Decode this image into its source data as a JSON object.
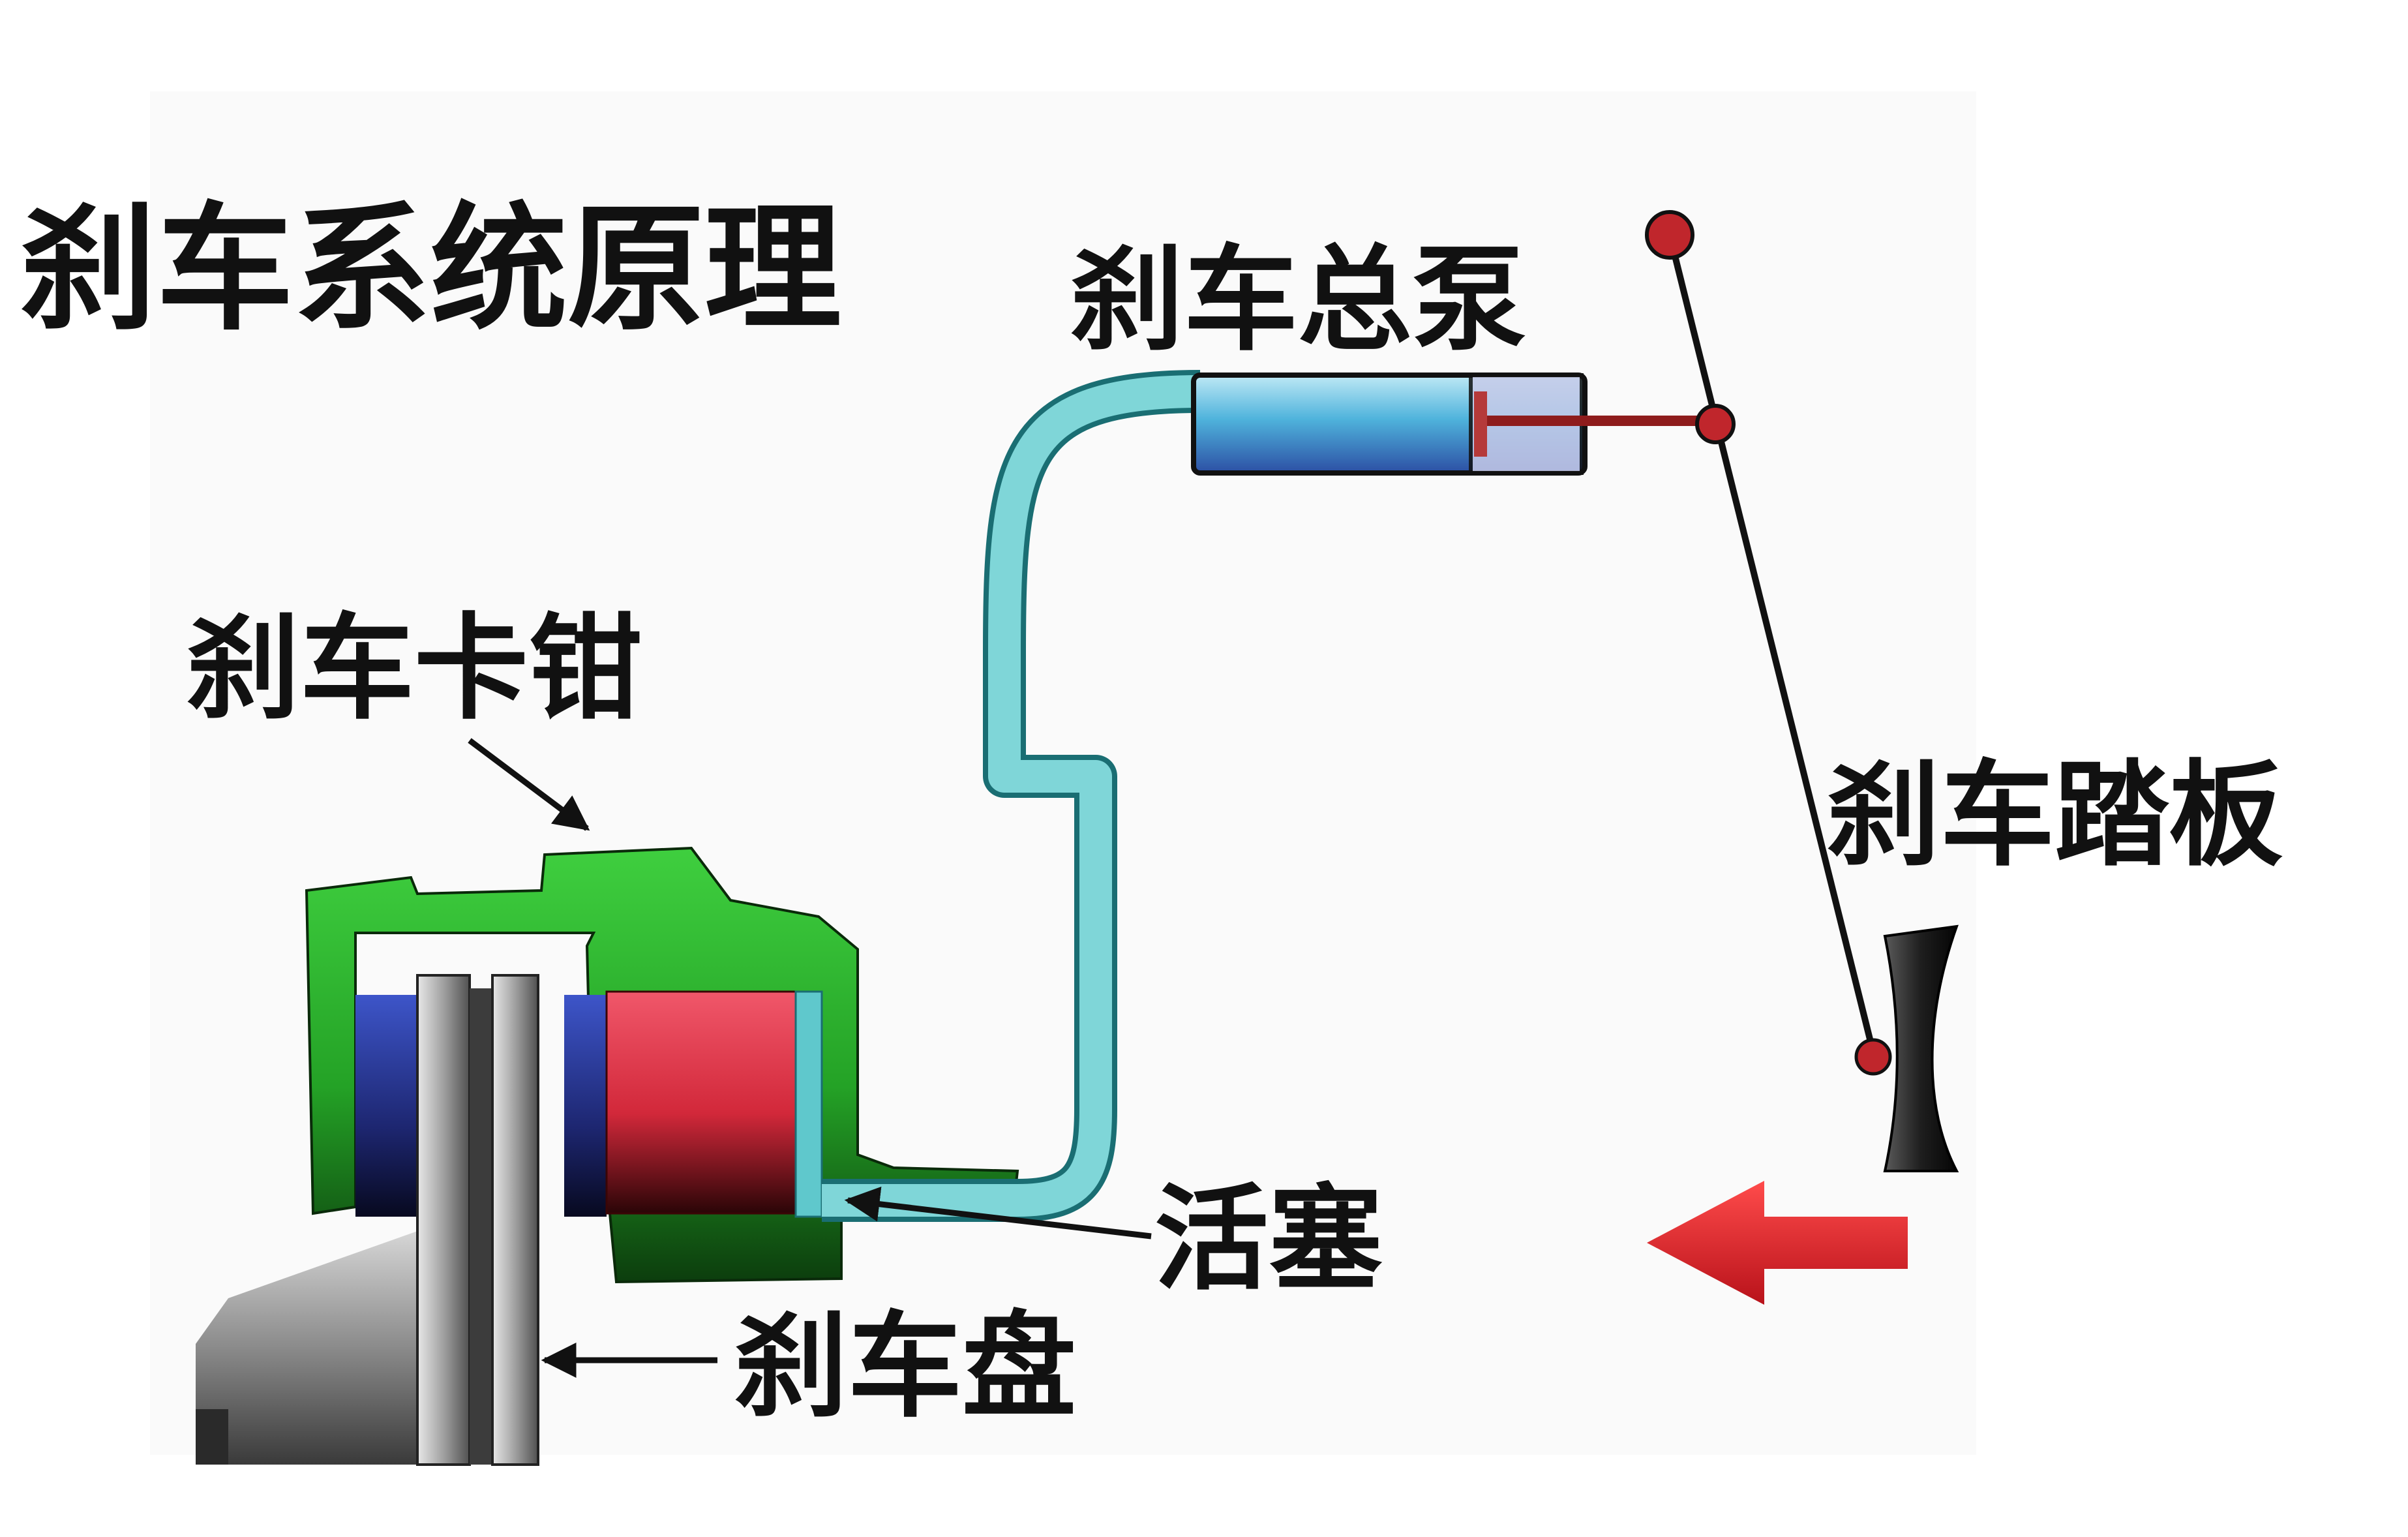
{
  "diagram": {
    "title": "刹车系统原理",
    "labels": {
      "master_cylinder": "刹车总泵",
      "caliper": "刹车卡钳",
      "pedal": "刹车踏板",
      "piston": "活塞",
      "disc": "刹车盘"
    },
    "colors": {
      "caliper": "#2fa82f",
      "brake_line": "#5fc8cc",
      "brake_pad": "#2b3a8f",
      "piston": "#d8353f",
      "disc": "#9a9a9a",
      "master_cylinder": "#4a8fd0",
      "joint": "#c0262c",
      "arrow": "#d8232a"
    },
    "icons": {
      "direction": "left-arrow",
      "pivot": "pivot-joint"
    }
  }
}
